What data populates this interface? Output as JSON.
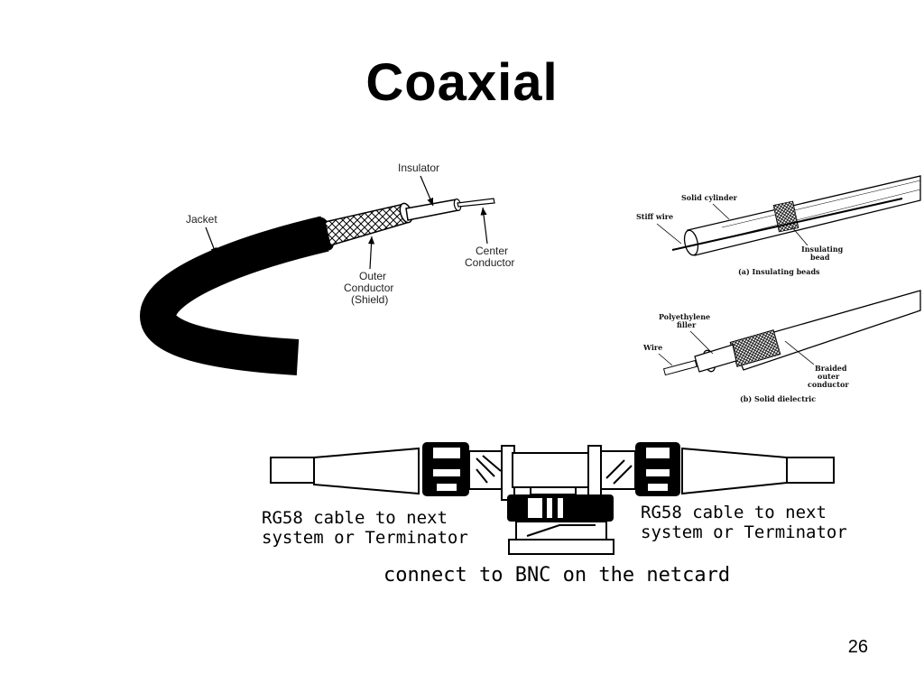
{
  "slide": {
    "title": "Coaxial",
    "page_number": "26"
  },
  "cable_diagram": {
    "labels": {
      "insulator": "Insulator",
      "jacket": "Jacket",
      "center_line1": "Center",
      "center_line2": "Conductor",
      "outer_line1": "Outer",
      "outer_line2": "Conductor",
      "outer_line3": "(Shield)"
    }
  },
  "coax_types": {
    "a": {
      "solid_cylinder": "Solid cylinder",
      "stiff_wire": "Stiff wire",
      "insulating_line1": "Insulating",
      "insulating_line2": "bead",
      "caption": "(a)  Insulating beads"
    },
    "b": {
      "filler_line1": "Polyethylene",
      "filler_line2": "filler",
      "wire": "Wire",
      "braided_line1": "Braided",
      "braided_line2": "outer",
      "braided_line3": "conductor",
      "caption": "(b)  Solid dielectric"
    }
  },
  "bnc_diagram": {
    "left_line1": "RG58 cable to next",
    "left_line2": "system or Terminator",
    "right_line1": "RG58 cable to next",
    "right_line2": "system or Terminator",
    "bottom": "connect to BNC on the netcard"
  }
}
